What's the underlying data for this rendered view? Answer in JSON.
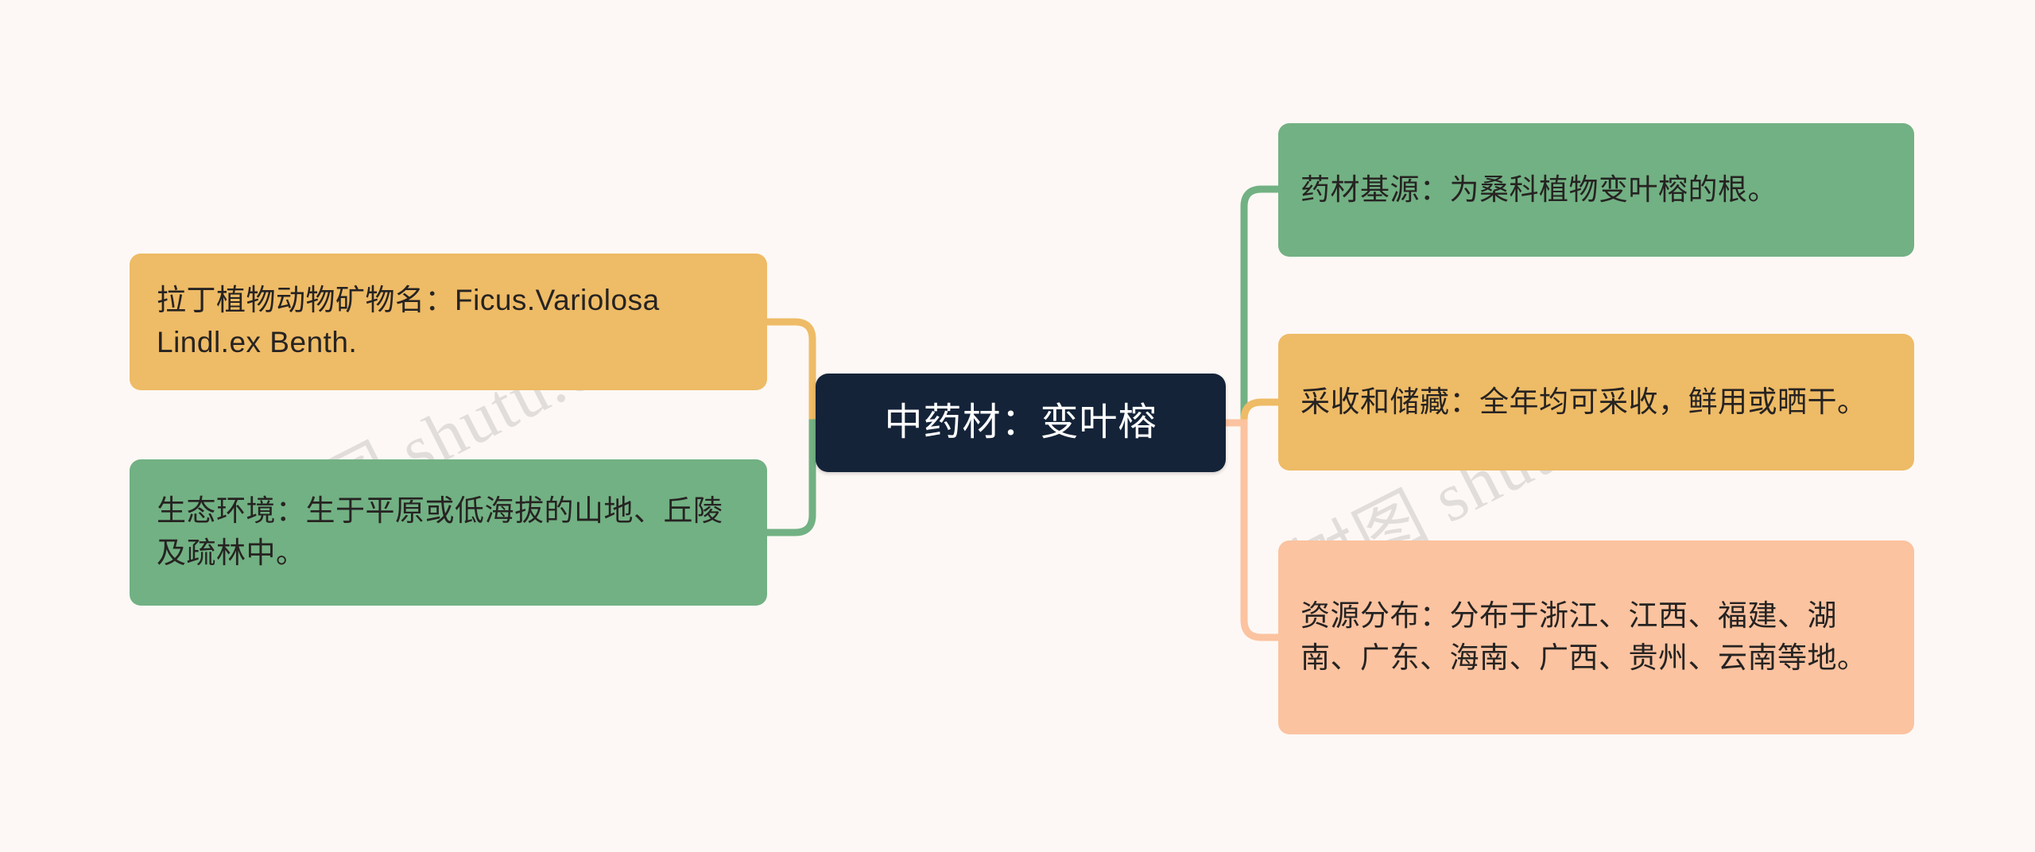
{
  "background_color": "#fdf8f5",
  "watermark": {
    "text": "树图 shutu.cn",
    "color": "#5a5856"
  },
  "mindmap": {
    "root": {
      "label": "中药材：变叶榕",
      "background_color": "#142338",
      "text_color": "#ffffff"
    },
    "left_branches": [
      {
        "id": "latin-name",
        "label": "拉丁植物动物矿物名：Ficus.Variolosa Lindl.ex Benth.",
        "background_color": "#eebb66",
        "connector_color": "#eebb66"
      },
      {
        "id": "ecology",
        "label": "生态环境：生于平原或低海拔的山地、丘陵及疏林中。",
        "background_color": "#72b183",
        "connector_color": "#72b183"
      }
    ],
    "right_branches": [
      {
        "id": "medicinal-source",
        "label": "药材基源：为桑科植物变叶榕的根。",
        "background_color": "#72b183",
        "connector_color": "#72b183"
      },
      {
        "id": "harvest-storage",
        "label": "采收和储藏：全年均可采收，鲜用或晒干。",
        "background_color": "#eebb66",
        "connector_color": "#eebb66"
      },
      {
        "id": "resource-distribution",
        "label": "资源分布：分布于浙江、江西、福建、湖南、广东、海南、广西、贵州、云南等地。",
        "background_color": "#fbc3a0",
        "connector_color": "#fbc3a0"
      }
    ]
  }
}
